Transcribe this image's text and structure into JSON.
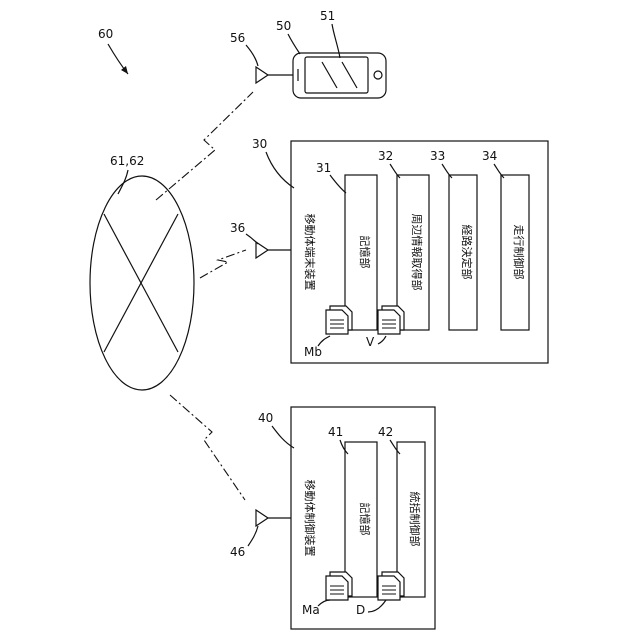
{
  "system": {
    "ref": "60"
  },
  "network": {
    "ref": "61,62"
  },
  "terminal": {
    "ref": "50",
    "screen_ref": "51",
    "antenna_ref": "56"
  },
  "mobile_terminal_device": {
    "ref": "30",
    "title": "移動体端末装置",
    "antenna_ref": "36",
    "data_label": "Mb",
    "data2_label": "V",
    "units": [
      {
        "ref": "31",
        "label": "記憶部"
      },
      {
        "ref": "32",
        "label": "周辺情報取得部"
      },
      {
        "ref": "33",
        "label": "経路決定部"
      },
      {
        "ref": "34",
        "label": "走行制御部"
      }
    ]
  },
  "mobile_control_device": {
    "ref": "40",
    "title": "移動体制御装置",
    "antenna_ref": "46",
    "data_label": "Ma",
    "data2_label": "D",
    "units": [
      {
        "ref": "41",
        "label": "記憶部"
      },
      {
        "ref": "42",
        "label": "統括制御部"
      }
    ]
  }
}
